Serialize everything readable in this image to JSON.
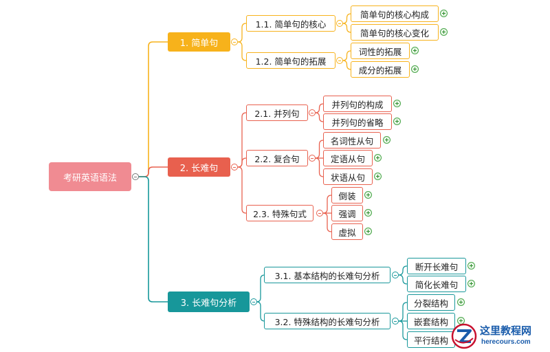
{
  "mindmap": {
    "root": "考研英语语法",
    "branches": [
      {
        "label": "1. 简单句",
        "color": "#f7b21b",
        "children": [
          {
            "label": "1.1. 简单句的核心",
            "children": [
              "简单句的核心构成",
              "简单句的核心变化"
            ]
          },
          {
            "label": "1.2. 简单句的拓展",
            "children": [
              "词性的拓展",
              "成分的拓展"
            ]
          }
        ]
      },
      {
        "label": "2. 长难句",
        "color": "#e8604e",
        "children": [
          {
            "label": "2.1. 并列句",
            "children": [
              "并列句的构成",
              "并列句的省略"
            ]
          },
          {
            "label": "2.2. 复合句",
            "children": [
              "名词性从句",
              "定语从句",
              "状语从句"
            ]
          },
          {
            "label": "2.3. 特殊句式",
            "children": [
              "倒装",
              "强调",
              "虚拟"
            ]
          }
        ]
      },
      {
        "label": "3. 长难句分析",
        "color": "#17979a",
        "children": [
          {
            "label": "3.1. 基本结构的长难句分析",
            "children": [
              "断开长难句",
              "简化长难句"
            ]
          },
          {
            "label": "3.2. 特殊结构的长难句分析",
            "children": [
              "分裂结构",
              "嵌套结构",
              "平行结构"
            ]
          }
        ]
      }
    ]
  },
  "watermark": {
    "title": "这里教程网",
    "url": "herecours.com"
  }
}
